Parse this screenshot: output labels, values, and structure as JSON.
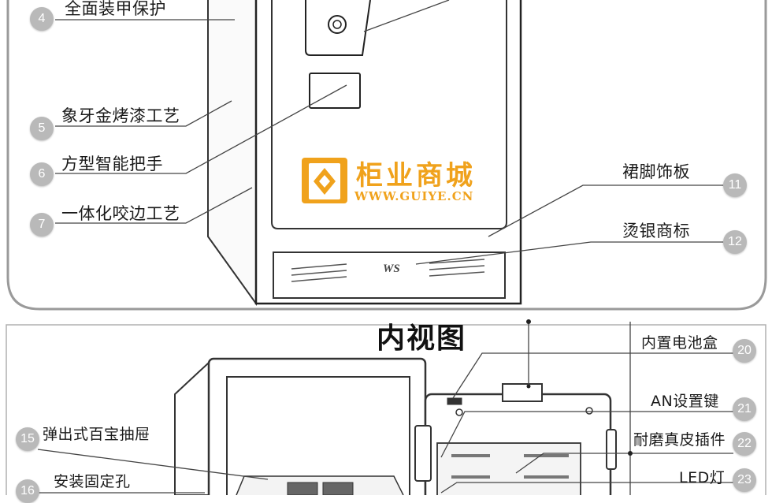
{
  "top_labels": [
    {
      "number": "4",
      "text": "全面装甲保护"
    },
    {
      "number": "5",
      "text": "象牙金烤漆工艺"
    },
    {
      "number": "6",
      "text": "方型智能把手"
    },
    {
      "number": "7",
      "text": "一体化咬边工艺"
    },
    {
      "number": "11",
      "text": "裙脚饰板"
    },
    {
      "number": "12",
      "text": "烫银商标"
    }
  ],
  "logo": {
    "name": "柜业商城",
    "url": "WWW.GUIYE.CN"
  },
  "emboss_text": "WS",
  "inner_title": "内视图",
  "bottom_labels": [
    {
      "number": "15",
      "text": "弹出式百宝抽屉"
    },
    {
      "number": "16",
      "text": "安装固定孔"
    },
    {
      "number": "20",
      "text": "内置电池盒"
    },
    {
      "number": "21",
      "text": "AN设置键"
    },
    {
      "number": "22",
      "text": "耐磨真皮插件"
    },
    {
      "number": "23",
      "text": "LED灯"
    }
  ],
  "colors": {
    "logo": "#f0a21c",
    "badge": "#b9b9b9",
    "line": "#444444",
    "panel_border": "#9a9a9a"
  }
}
